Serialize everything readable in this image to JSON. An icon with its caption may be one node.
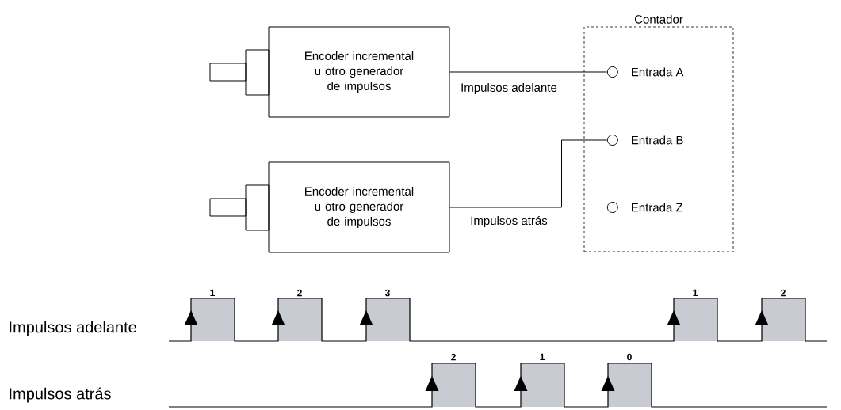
{
  "diagram": {
    "nodes": [
      {
        "text": [
          "Encoder incremental u otro generador de impulsos"
        ]
      },
      {
        "text": [
          "Encoder incremental u otro generador de impulsos"
        ]
      },
      {
        "text": [
          "Contador"
        ]
      },
      {
        "text": [
          "Entrada A"
        ],
        "in": 2
      },
      {
        "text": [
          "Entrada B"
        ],
        "in": 2
      },
      {
        "text": [
          "Entrada Z"
        ],
        "in": 2
      }
    ],
    "edges": [
      {
        "from": 0,
        "to": 3,
        "arrow": "none",
        "label": "Impulsos adelante"
      },
      {
        "from": 1,
        "to": 4,
        "arrow": "none",
        "label": "Impulsos atrás"
      }
    ],
    "labels": [
      "1",
      "2",
      "3",
      "1",
      "2",
      "Impulsos adelante",
      "2",
      "1",
      "0",
      "Impulsos atrás"
    ]
  }
}
